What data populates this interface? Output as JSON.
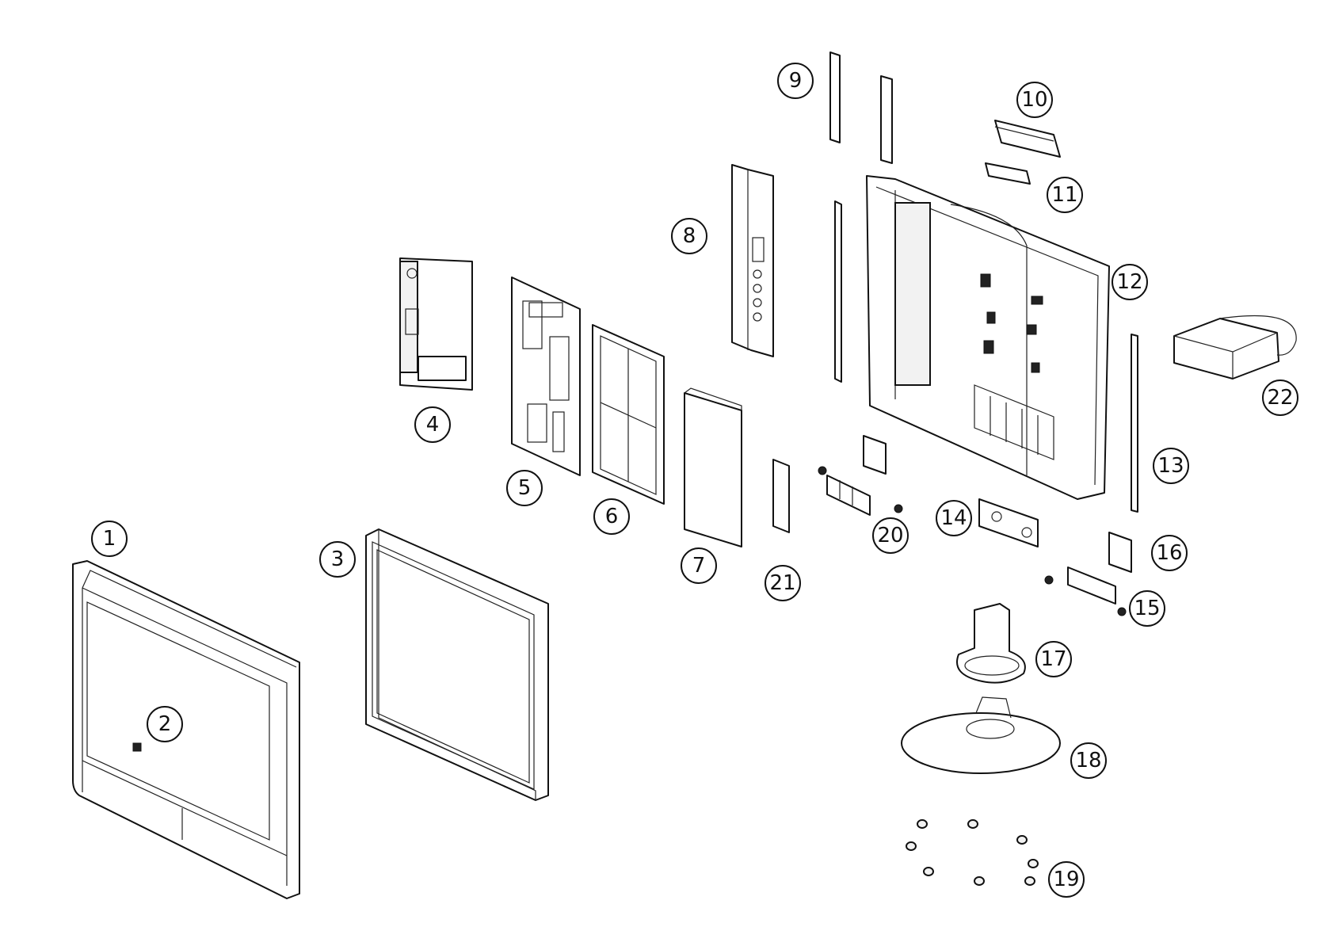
{
  "callouts": [
    {
      "id": "1",
      "label": "1"
    },
    {
      "id": "2",
      "label": "2"
    },
    {
      "id": "3",
      "label": "3"
    },
    {
      "id": "4",
      "label": "4"
    },
    {
      "id": "5",
      "label": "5"
    },
    {
      "id": "6",
      "label": "6"
    },
    {
      "id": "7",
      "label": "7"
    },
    {
      "id": "8",
      "label": "8"
    },
    {
      "id": "9",
      "label": "9"
    },
    {
      "id": "10",
      "label": "10"
    },
    {
      "id": "11",
      "label": "11"
    },
    {
      "id": "12",
      "label": "12"
    },
    {
      "id": "13",
      "label": "13"
    },
    {
      "id": "14",
      "label": "14"
    },
    {
      "id": "15",
      "label": "15"
    },
    {
      "id": "16",
      "label": "16"
    },
    {
      "id": "17",
      "label": "17"
    },
    {
      "id": "18",
      "label": "18"
    },
    {
      "id": "19",
      "label": "19"
    },
    {
      "id": "20",
      "label": "20"
    },
    {
      "id": "21",
      "label": "21"
    },
    {
      "id": "22",
      "label": "22"
    }
  ]
}
